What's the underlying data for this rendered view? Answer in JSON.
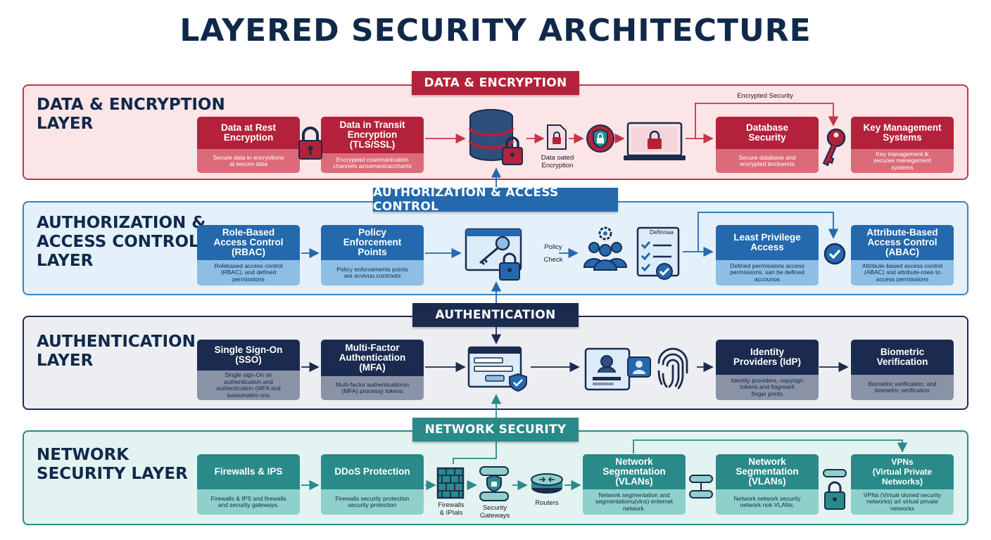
{
  "title": "LAYERED SECURITY ARCHITECTURE",
  "colors": {
    "data": "#b3223a",
    "data_light": "#f7dcdf",
    "auth": "#2469ad",
    "auth_light": "#dcebf8",
    "authn": "#1b2b4f",
    "authn_light": "#e4e6ec",
    "net": "#2a8a8a",
    "net_light": "#d6eeec"
  },
  "layers": {
    "data": {
      "ribbon": "DATA & ENCRYPTION",
      "label": "DATA & ENCRYPTION\nLAYER",
      "cards": [
        {
          "title": "Data at Rest\nEncryption",
          "sub": "Secure data in encryotions\nat secure data"
        },
        {
          "title": "Data in Transit\nEncryption\n(TLS/SSL)",
          "sub": "Encrypead coanmanication\nchannels acoamanicacchants"
        },
        {
          "title": "Database\nSecurity",
          "sub": "Secure database and\nencrypted bnckworts"
        },
        {
          "title": "Key Management\nSystems",
          "sub": "Key management ik\nsecuree menegement\nsystems"
        }
      ],
      "icon_labels": {
        "encrypted": "Encrypted Security",
        "data_created": "Data oated\nEncryption"
      }
    },
    "auth": {
      "ribbon": "AUTHORIZATION & ACCESS CONTROL",
      "label": "AUTHORIZATION &\nACCESS CONTROL\nLAYER",
      "cards": [
        {
          "title": "Role-Based\nAccess Control\n(RBAC)",
          "sub": "Rolebased access control\n(RBAC), and defined\npermisstons"
        },
        {
          "title": "Policy\nEnforcement\nPoints",
          "sub": "Policy enforcements points\nare acvivuu controots"
        },
        {
          "title": "Least Privilege\nAccess",
          "sub": "Defined permissions access\npermissions, san be defined\naccounos"
        },
        {
          "title": "Attribute-Based\nAccess Control\n(ABAC)",
          "sub": "Attribute-based access control\n(ABAC) snd attribute-rows to\naccess permissions"
        }
      ],
      "icon_labels": {
        "policy": "Policy",
        "check": "Check",
        "doc": "Definnaa"
      }
    },
    "authn": {
      "ribbon": "AUTHENTICATION",
      "label": "AUTHENTICATION\nLAYER",
      "cards": [
        {
          "title": "Single Sign-On\n(SSO)",
          "sub": "Single sign-On on\nauthentication and\nauthentication (MFA snd\nbasiomatiro ons"
        },
        {
          "title": "Multi-Factor\nAuthentication\n(MFA)",
          "sub": "Multi-factor authenticationin\n(MFA) processy tokens"
        },
        {
          "title": "Identity\nProviders (IdP)",
          "sub": "Identity providers, cepysign\ntokens and fiagrearit\nfinger prints"
        },
        {
          "title": "Biometric\nVerification",
          "sub": "Biometric verification, and\nbiometric verification"
        }
      ]
    },
    "net": {
      "ribbon": "NETWORK SECURITY",
      "label": "NETWORK\nSECURITY LAYER",
      "cards": [
        {
          "title": "Firewalls & IPS",
          "sub": "Firewalls & IPS and firewalls\nand security gateways."
        },
        {
          "title": "DDoS Protection",
          "sub": "Firewalls security protection\nsecurity protection"
        },
        {
          "title": "Network\nSegmentation\n(VLANs)",
          "sub": "Network segmentation and\nsegmentationu(vlns) enternet\nnetwork."
        },
        {
          "title": "Network\nSegmentation\n(VLANs)",
          "sub": "Network network security\nnetwork nok VLANs."
        },
        {
          "title": "VPNs\n(Virtual Private Networks)",
          "sub": "VPNs (Virtual oloned security\nnetworks) art virtual private\nnetworks"
        }
      ],
      "icon_labels": {
        "firewalls": "Firewalls\n& IPIals",
        "gateways": "Security\nGateways",
        "routers": "Routers"
      }
    }
  }
}
